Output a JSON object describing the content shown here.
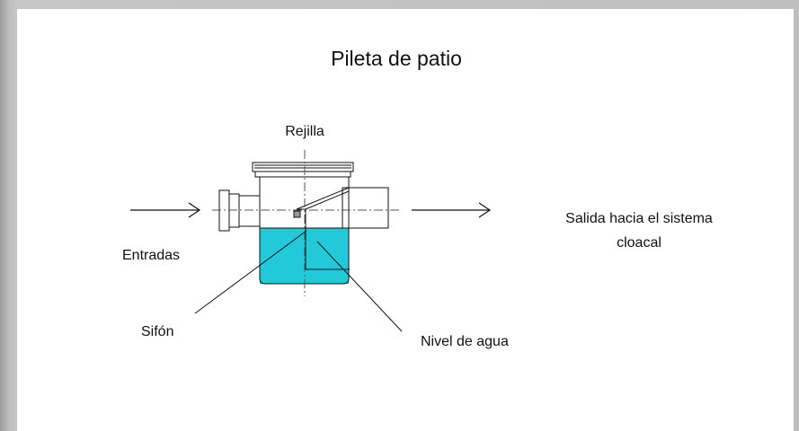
{
  "title": "Pileta de patio",
  "labels": {
    "grate": "Rejilla",
    "inlets": "Entradas",
    "outlet_line1": "Salida hacia el sistema",
    "outlet_line2": "cloacal",
    "trap": "Sifón",
    "water_level": "Nivel de agua"
  },
  "colors": {
    "water": "#22c9d8",
    "line": "#111111",
    "background": "#ffffff"
  }
}
